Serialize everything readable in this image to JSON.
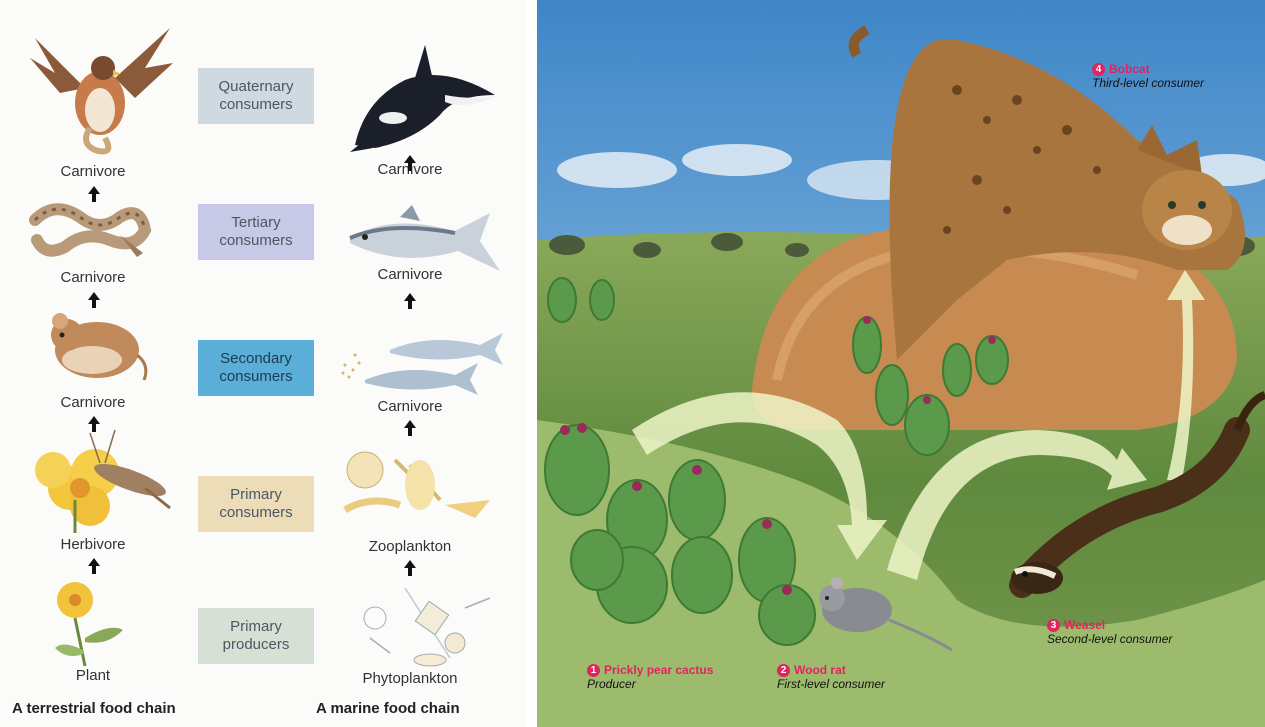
{
  "terrestrial": {
    "caption": "A terrestrial food chain",
    "levels": [
      "Carnivore",
      "Carnivore",
      "Carnivore",
      "Herbivore",
      "Plant"
    ]
  },
  "marine": {
    "caption": "A marine food chain",
    "levels": [
      "Carnivore",
      "Carnivore",
      "Carnivore",
      "Zooplankton",
      "Phytoplankton"
    ]
  },
  "trophic_levels": [
    {
      "label": "Quaternary\nconsumers",
      "color": "#cfd9e0"
    },
    {
      "label": "Tertiary\nconsumers",
      "color": "#c7c9e6"
    },
    {
      "label": "Secondary\nconsumers",
      "color": "#5aaed8"
    },
    {
      "label": "Primary\nconsumers",
      "color": "#ecdcb8"
    },
    {
      "label": "Primary\nproducers",
      "color": "#d6e0d4"
    }
  ],
  "desert_chain": [
    {
      "number": "1",
      "name": "Prickly pear cactus",
      "role": "Producer"
    },
    {
      "number": "2",
      "name": "Wood rat",
      "role": "First-level consumer"
    },
    {
      "number": "3",
      "name": "Weasel",
      "role": "Second-level consumer"
    },
    {
      "number": "4",
      "name": "Bobcat",
      "role": "Third-level consumer"
    }
  ],
  "colors": {
    "accent": "#e0245e",
    "flow_arrow": "#eef5c8"
  }
}
